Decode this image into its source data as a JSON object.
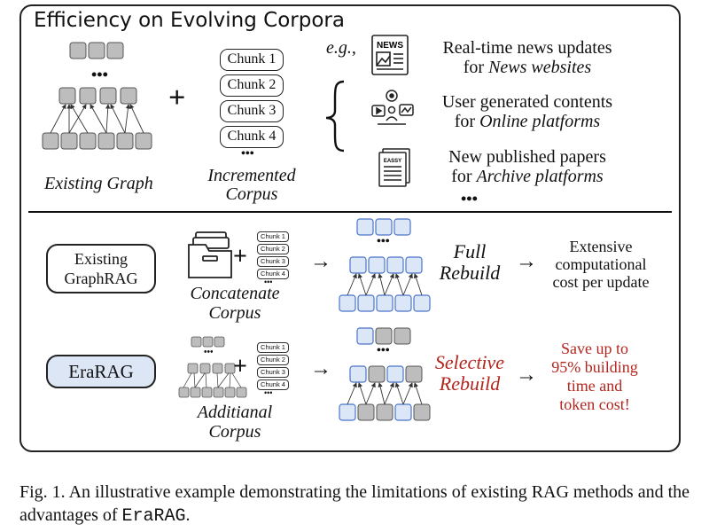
{
  "title": "Efficiency on Evolving Corpora",
  "top": {
    "existing_graph_label": "Existing Graph",
    "incremented_label_line1": "Incremented",
    "incremented_label_line2": "Corpus",
    "chunks": [
      "Chunk 1",
      "Chunk 2",
      "Chunk 3",
      "Chunk 4"
    ],
    "ellipsis": "•••",
    "eg_label": "e.g.,",
    "plus": "+",
    "examples": [
      {
        "line1": "Real-time news updates",
        "line2_prefix": "for ",
        "line2_italic": "News websites",
        "icon": "newspaper-icon",
        "icon_text": "NEWS"
      },
      {
        "line1": "User generated contents",
        "line2_prefix": "for ",
        "line2_italic": "Online platforms",
        "icon": "user-content-icon",
        "icon_text": ""
      },
      {
        "line1": "New published papers",
        "line2_prefix": "for ",
        "line2_italic": "Archive platforms",
        "icon": "paper-icon",
        "icon_text": "EASSY"
      }
    ],
    "examples_more": "•••"
  },
  "row1": {
    "method": "Existing\nGraphRAG",
    "method_line1": "Existing",
    "method_line2": "GraphRAG",
    "corpus_line1": "Concatenate",
    "corpus_line2": "Corpus",
    "mini_chunks": [
      "Chunk 1",
      "Chunk 2",
      "Chunk 3",
      "Chunk 4"
    ],
    "rebuild_line1": "Full",
    "rebuild_line2": "Rebuild",
    "result_line1": "Extensive",
    "result_line2": "computational",
    "result_line3": "cost per update"
  },
  "row2": {
    "method": "EraRAG",
    "corpus_line1": "Additianal",
    "corpus_line2": "Corpus",
    "mini_chunks": [
      "Chunk 1",
      "Chunk 2",
      "Chunk 3",
      "Chunk 4"
    ],
    "rebuild_line1": "Selective",
    "rebuild_line2": "Rebuild",
    "result_line1": "Save up to",
    "result_line2": "95% building",
    "result_line3": "time and",
    "result_line4": "token cost!"
  },
  "symbols": {
    "arrow": "→",
    "plus": "+",
    "dots": "•••"
  },
  "caption": {
    "prefix": "Fig. 1.  An illustrative example demonstrating the limitations of existing RAG methods and the advantages of ",
    "mono": "EraRAG",
    "suffix": "."
  },
  "colors": {
    "gray_node": "#bdbdbd",
    "blue_node_fill": "#dbe6f7",
    "blue_node_stroke": "#4a74c9",
    "accent_red": "#b3261e",
    "erarag_fill": "#dde6f5"
  }
}
